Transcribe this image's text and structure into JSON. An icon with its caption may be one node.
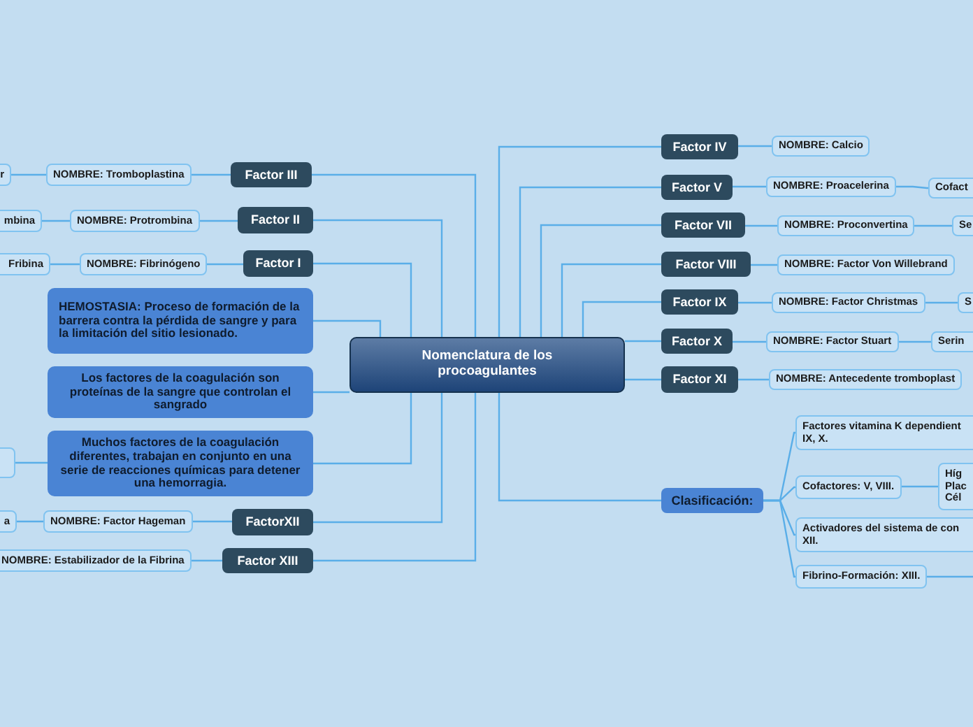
{
  "diagram": {
    "nodes": [
      {
        "text": [
          "Nomenclatura de los procoagulantes"
        ]
      },
      {
        "text": [
          "Factor III"
        ]
      },
      {
        "text": [
          "NOMBRE: Tromboplastina"
        ]
      },
      {
        "text": [
          "r"
        ]
      },
      {
        "text": [
          "Factor II"
        ]
      },
      {
        "text": [
          "NOMBRE: Protrombina"
        ]
      },
      {
        "text": [
          "mbina"
        ]
      },
      {
        "text": [
          "Factor I"
        ]
      },
      {
        "text": [
          "NOMBRE: Fibrinógeno"
        ]
      },
      {
        "text": [
          "Fribina"
        ]
      },
      {
        "text": [
          "HEMOSTASIA: Proceso de formación de la barrera contra la pérdida de sangre y para la limitación del sitio lesionado."
        ]
      },
      {
        "text": [
          "Los factores de la coagulación son proteínas de la sangre que controlan el sangrado"
        ]
      },
      {
        "text": [
          "Muchos factores de la coagulación diferentes, trabajan en conjunto en una serie de reacciones químicas para detener una hemorragia."
        ]
      },
      {
        "text": [],
        "shape": "box"
      },
      {
        "text": [
          "FactorXII"
        ]
      },
      {
        "text": [
          "NOMBRE: Factor Hageman"
        ]
      },
      {
        "text": [
          "a"
        ]
      },
      {
        "text": [
          "Factor XIII"
        ]
      },
      {
        "text": [
          "NOMBRE: Estabilizador de la Fibrina"
        ]
      },
      {
        "text": [
          "Factor IV"
        ]
      },
      {
        "text": [
          "NOMBRE: Calcio"
        ]
      },
      {
        "text": [
          "Factor V"
        ]
      },
      {
        "text": [
          "NOMBRE: Proacelerina"
        ]
      },
      {
        "text": [
          "Cofact"
        ]
      },
      {
        "text": [
          "Factor VII"
        ]
      },
      {
        "text": [
          "NOMBRE: Proconvertina"
        ]
      },
      {
        "text": [
          "Se"
        ]
      },
      {
        "text": [
          "Factor VIII"
        ]
      },
      {
        "text": [
          "NOMBRE: Factor Von Willebrand"
        ]
      },
      {
        "text": [
          "Factor IX"
        ]
      },
      {
        "text": [
          "NOMBRE: Factor Christmas"
        ]
      },
      {
        "text": [
          "S"
        ]
      },
      {
        "text": [
          "Factor X"
        ]
      },
      {
        "text": [
          "NOMBRE: Factor Stuart"
        ]
      },
      {
        "text": [
          "Serin"
        ]
      },
      {
        "text": [
          "Factor XI"
        ]
      },
      {
        "text": [
          "NOMBRE: Antecedente tromboplast"
        ]
      },
      {
        "text": [
          "Clasificación:"
        ]
      },
      {
        "text": [
          "Factores vitamina K dependient IX, X."
        ]
      },
      {
        "text": [
          "Cofactores: V, VIII."
        ]
      },
      {
        "text": [
          "Híg Plac Cél"
        ]
      },
      {
        "text": [
          "Activadores del sistema de con XII."
        ]
      },
      {
        "text": [
          "Fibrino-Formación: XIII."
        ]
      }
    ],
    "edges": [
      {
        "from": 0,
        "to": 1,
        "arrow": "none"
      },
      {
        "from": 1,
        "to": 2,
        "arrow": "none"
      },
      {
        "from": 2,
        "to": 3,
        "arrow": "none"
      },
      {
        "from": 0,
        "to": 4,
        "arrow": "none"
      },
      {
        "from": 4,
        "to": 5,
        "arrow": "none"
      },
      {
        "from": 5,
        "to": 6,
        "arrow": "none"
      },
      {
        "from": 0,
        "to": 7,
        "arrow": "none"
      },
      {
        "from": 7,
        "to": 8,
        "arrow": "none"
      },
      {
        "from": 8,
        "to": 9,
        "arrow": "none"
      },
      {
        "from": 0,
        "to": 10,
        "arrow": "none"
      },
      {
        "from": 0,
        "to": 11,
        "arrow": "none"
      },
      {
        "from": 0,
        "to": 12,
        "arrow": "none"
      },
      {
        "from": 12,
        "to": 13,
        "arrow": "none"
      },
      {
        "from": 0,
        "to": 14,
        "arrow": "none"
      },
      {
        "from": 14,
        "to": 15,
        "arrow": "none"
      },
      {
        "from": 15,
        "to": 16,
        "arrow": "none"
      },
      {
        "from": 0,
        "to": 17,
        "arrow": "none"
      },
      {
        "from": 17,
        "to": 18,
        "arrow": "none"
      },
      {
        "from": 0,
        "to": 19,
        "arrow": "none"
      },
      {
        "from": 19,
        "to": 20,
        "arrow": "none"
      },
      {
        "from": 0,
        "to": 21,
        "arrow": "none"
      },
      {
        "from": 21,
        "to": 22,
        "arrow": "none"
      },
      {
        "from": 22,
        "to": 23,
        "arrow": "none"
      },
      {
        "from": 0,
        "to": 24,
        "arrow": "none"
      },
      {
        "from": 24,
        "to": 25,
        "arrow": "none"
      },
      {
        "from": 25,
        "to": 26,
        "arrow": "none"
      },
      {
        "from": 0,
        "to": 27,
        "arrow": "none"
      },
      {
        "from": 27,
        "to": 28,
        "arrow": "none"
      },
      {
        "from": 0,
        "to": 29,
        "arrow": "none"
      },
      {
        "from": 29,
        "to": 30,
        "arrow": "none"
      },
      {
        "from": 30,
        "to": 31,
        "arrow": "none"
      },
      {
        "from": 0,
        "to": 32,
        "arrow": "none"
      },
      {
        "from": 32,
        "to": 33,
        "arrow": "none"
      },
      {
        "from": 33,
        "to": 34,
        "arrow": "none"
      },
      {
        "from": 0,
        "to": 35,
        "arrow": "none"
      },
      {
        "from": 35,
        "to": 36,
        "arrow": "none"
      },
      {
        "from": 0,
        "to": 37,
        "arrow": "none"
      },
      {
        "from": 37,
        "to": 38,
        "arrow": "none"
      },
      {
        "from": 37,
        "to": 39,
        "arrow": "none"
      },
      {
        "from": 39,
        "to": 40,
        "arrow": "none"
      },
      {
        "from": 37,
        "to": 41,
        "arrow": "none"
      },
      {
        "from": 37,
        "to": 42,
        "arrow": "none"
      },
      {
        "from": 42,
        "to": null,
        "arrow": "none"
      }
    ]
  }
}
